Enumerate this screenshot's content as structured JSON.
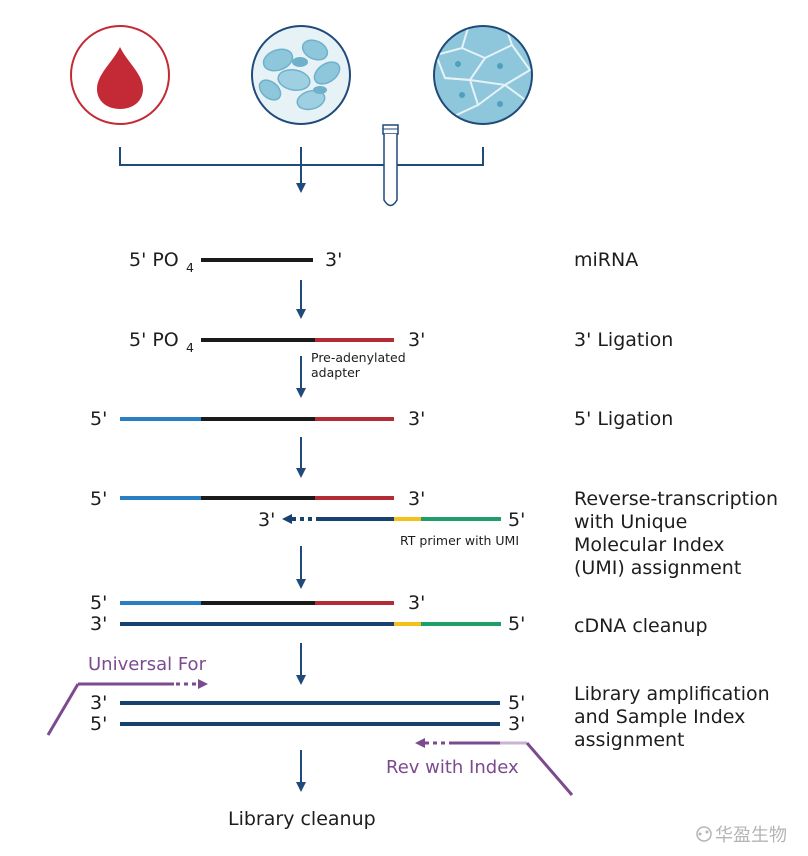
{
  "colors": {
    "blood_red": "#c32a35",
    "cell_blue": "#8ec7dc",
    "cell_dark": "#4f9fbd",
    "arrow_navy": "#1f4a7a",
    "mirna_black": "#1a1a1a",
    "adapter_red": "#b32b35",
    "adapter5_blue": "#2a7fc3",
    "cdna_navy": "#17416f",
    "umi_yellow": "#f2c21a",
    "rt_green": "#1f9e6a",
    "primer_purple": "#7b4a8f",
    "primer_light": "#c8b3d2"
  },
  "icons": {
    "blood": "blood-drop-icon",
    "cells": "blood-cells-icon",
    "tissue": "tissue-cells-icon",
    "tube": "test-tube-icon"
  },
  "steps": {
    "mirna": {
      "label": "miRNA",
      "five_prime": "5' PO",
      "subscript": "4",
      "three_prime": "3'"
    },
    "ligation3": {
      "label": "3' Ligation",
      "five_prime": "5' PO",
      "subscript": "4",
      "three_prime": "3'",
      "note_line1": "Pre-adenylated",
      "note_line2": "adapter"
    },
    "ligation5": {
      "label": "5' Ligation",
      "five_prime": "5'",
      "three_prime": "3'"
    },
    "rt": {
      "label_line1": "Reverse-transcription",
      "label_line2": "with Unique",
      "label_line3": "Molecular Index",
      "label_line4": "(UMI) assignment",
      "top_five": "5'",
      "top_three": "3'",
      "bottom_three": "3'",
      "bottom_five": "5'",
      "primer_note": "RT primer with UMI"
    },
    "cleanup": {
      "label": "cDNA cleanup",
      "top_five": "5'",
      "top_three": "3'",
      "bottom_three": "3'",
      "bottom_five": "5'"
    },
    "amplification": {
      "label_line1": "Library amplification",
      "label_line2": "and Sample Index",
      "label_line3": "assignment",
      "top_three": "3'",
      "top_five": "5'",
      "bottom_five": "5'",
      "bottom_three": "3'",
      "forward_primer": "Universal For",
      "reverse_primer": "Rev with Index"
    },
    "final": {
      "label": "Library cleanup"
    }
  },
  "watermark": "华盈生物"
}
